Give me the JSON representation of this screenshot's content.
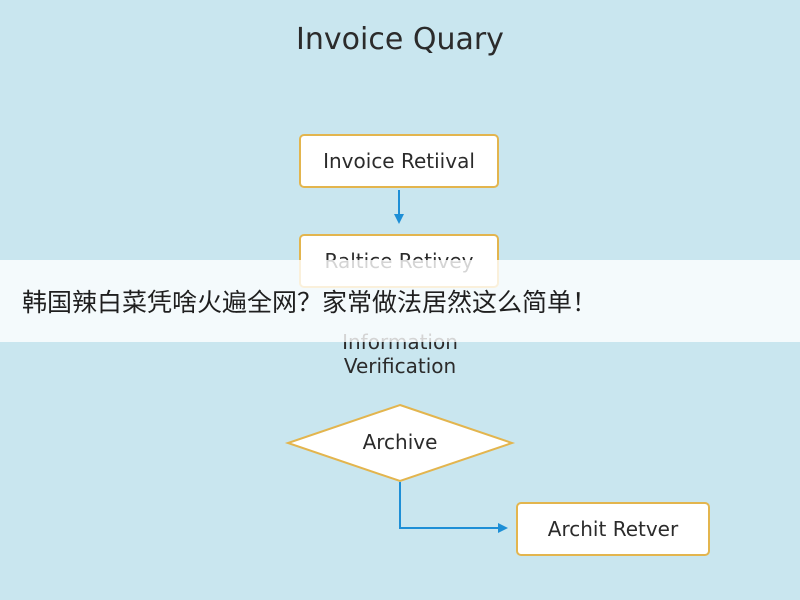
{
  "title": "Invoice Quary",
  "nodes": {
    "invoice_retrieval": "Invoice Retiival",
    "raltice_retrieval": "Raltice Retivey",
    "information_verification": [
      "Information",
      "Verification"
    ],
    "archive": "Archive",
    "archit_retriever": "Archit Retver"
  },
  "banner_text": "韩国辣白菜凭啥火遍全网？家常做法居然这么简单！",
  "colors": {
    "background": "#c9e6ef",
    "node_border": "#e3b54e",
    "node_fill": "#ffffff",
    "arrow": "#1d8fd6"
  }
}
